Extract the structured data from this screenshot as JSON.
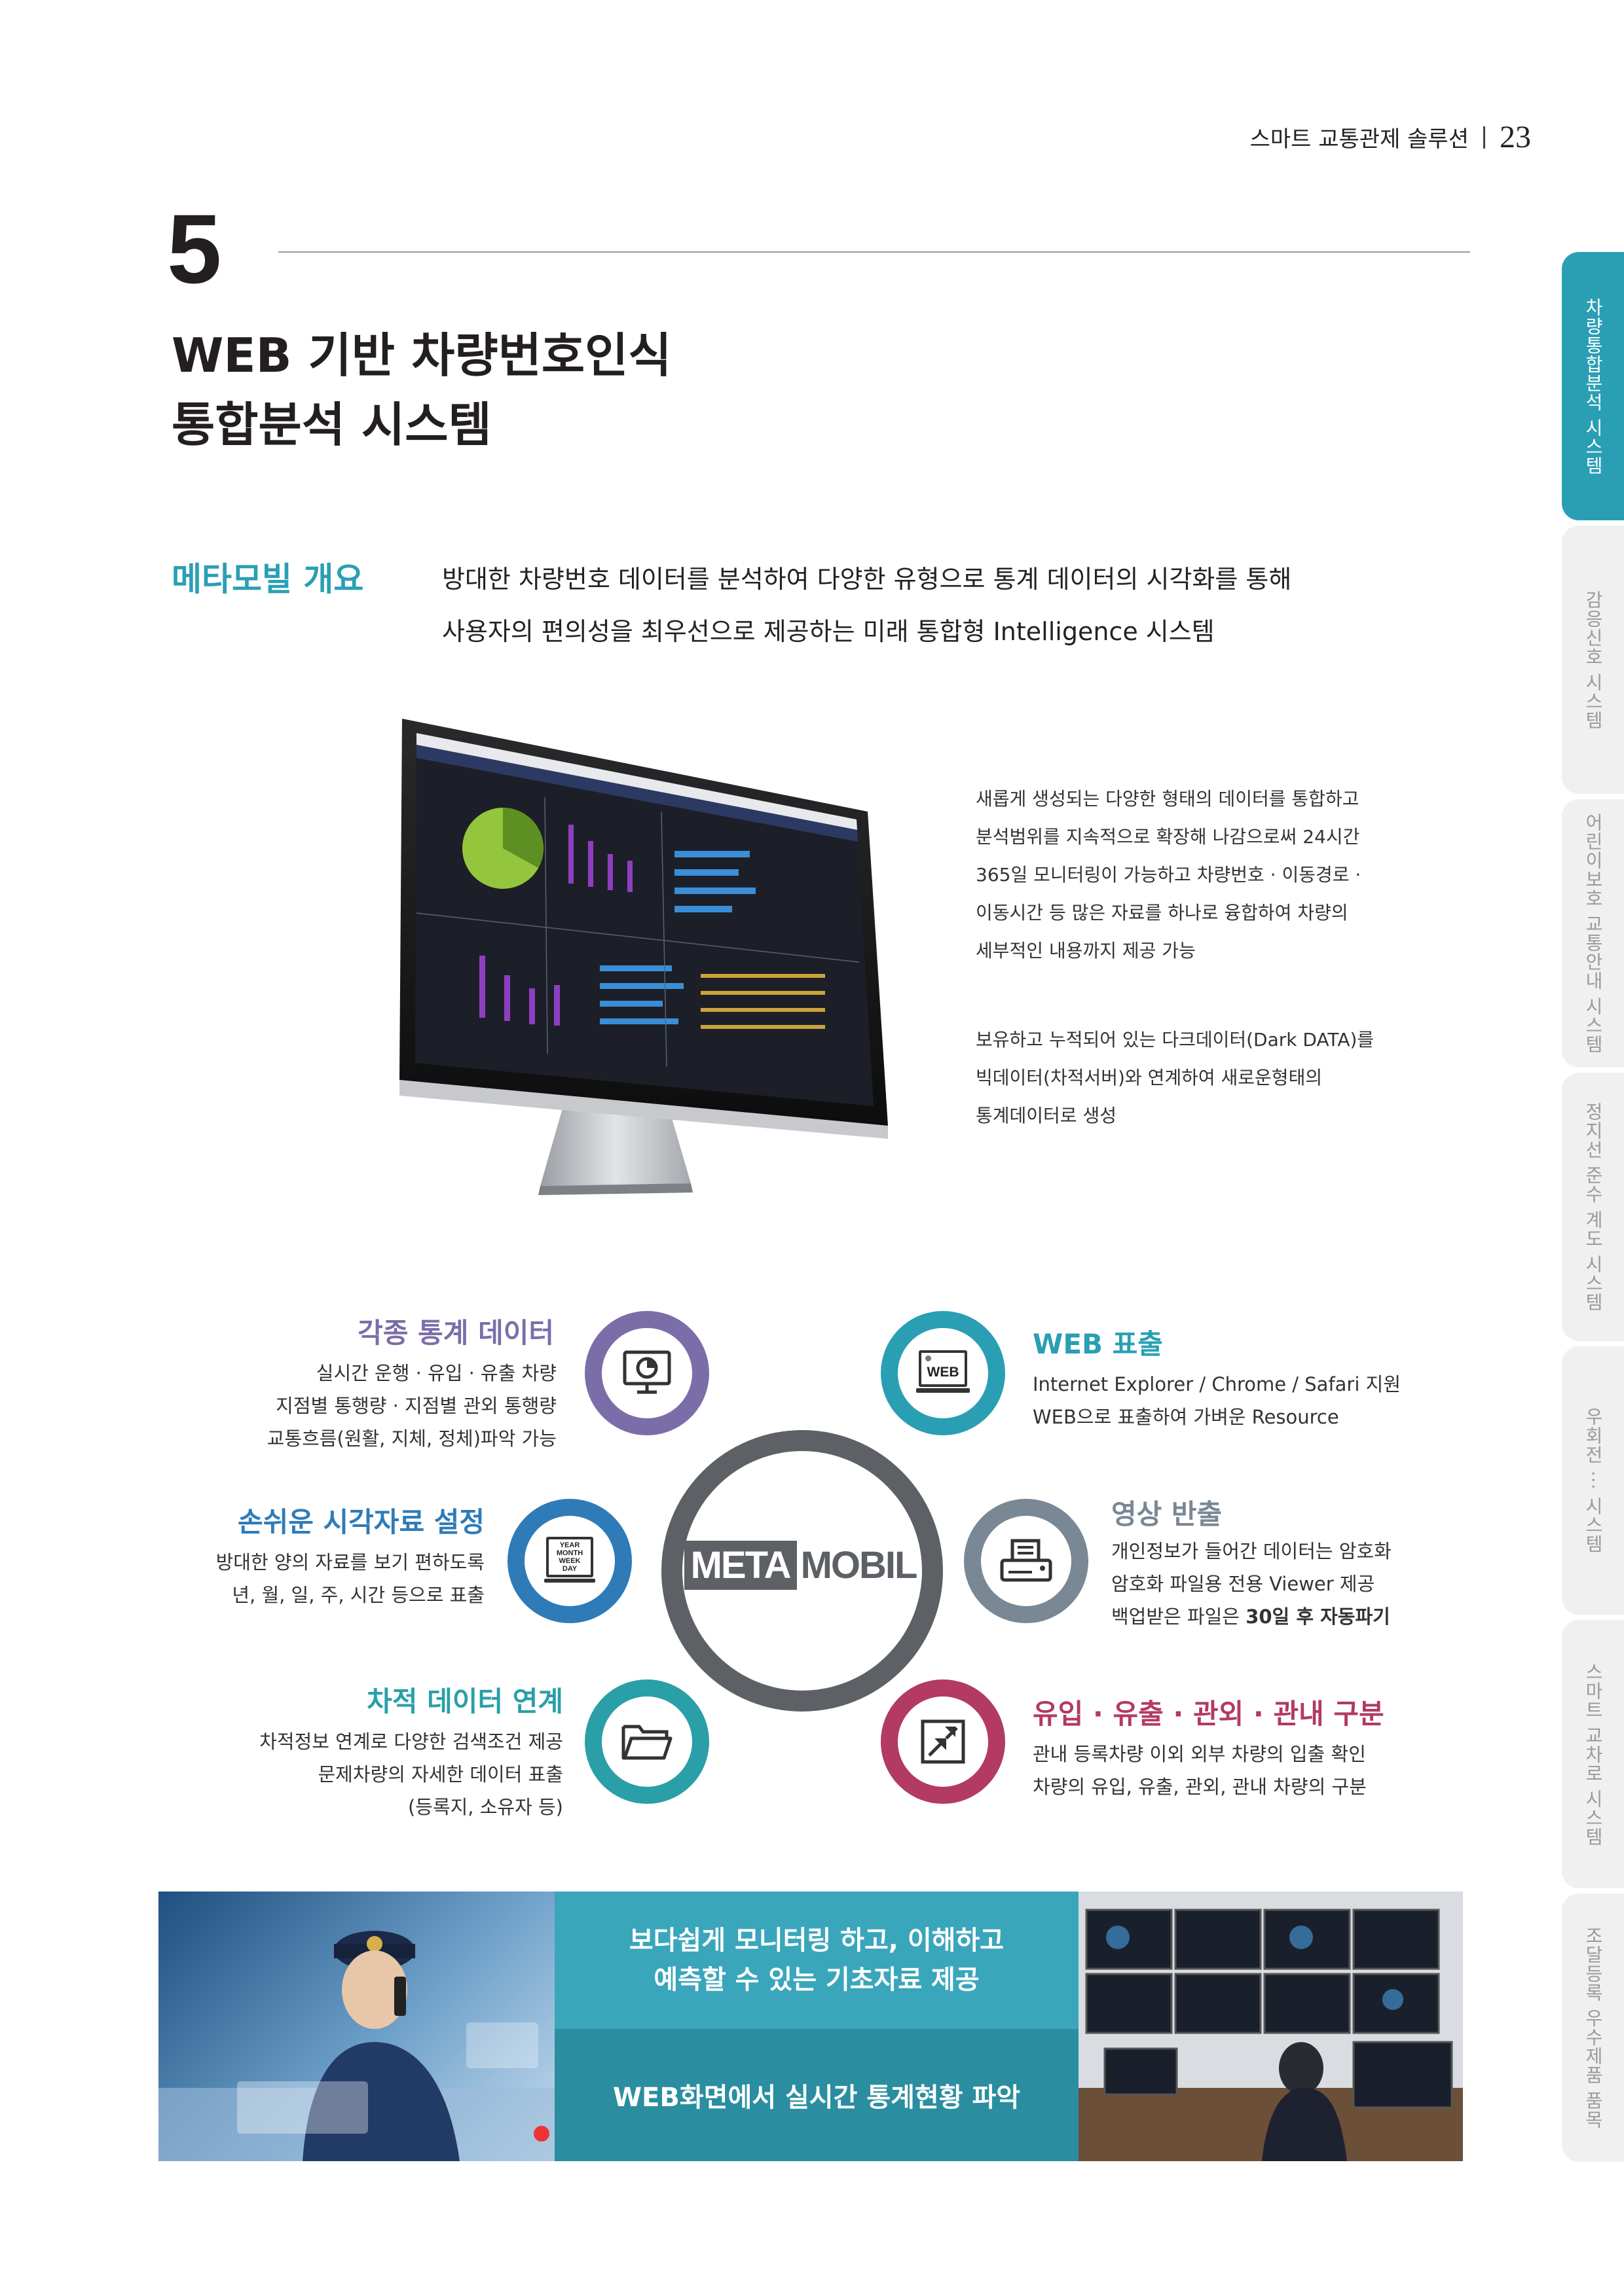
{
  "header": {
    "title": "스마트 교통관제 솔루션",
    "page_number": "23"
  },
  "chapter": {
    "number": "5",
    "title_line1": "WEB 기반 차량번호인식",
    "title_line2": "통합분석 시스템"
  },
  "overview": {
    "title": "메타모빌 개요",
    "desc_line1": "방대한 차량번호 데이터를 분석하여 다양한 유형으로 통계 데이터의 시각화를 통해",
    "desc_line2": "사용자의 편의성을 최우선으로 제공하는 미래 통합형 Intelligence 시스템"
  },
  "description": {
    "para1": [
      "새롭게 생성되는 다양한 형태의 데이터를 통합하고",
      "분석범위를 지속적으로 확장해 나감으로써 24시간",
      "365일 모니터링이 가능하고 차량번호 · 이동경로 ·",
      "이동시간 등 많은 자료를 하나로 융합하여 차량의",
      "세부적인 내용까지 제공 가능"
    ],
    "para2": [
      "보유하고 누적되어 있는 다크데이터(Dark DATA)를",
      "빅데이터(차적서버)와 연계하여 새로운형태의",
      "통계데이터로 생성"
    ]
  },
  "logo": {
    "part1": "META",
    "part2": "MOBIL"
  },
  "features": {
    "stats": {
      "title": "각종 통계 데이터",
      "lines": [
        "실시간 운행 · 유입 · 유출 차량",
        "지점별 통행량 · 지점별 관외 통행량",
        "교통흐름(원활, 지체, 정체)파악 가능"
      ],
      "color": "#7b6ea8"
    },
    "visual": {
      "title": "손쉬운 시각자료 설정",
      "lines": [
        "방대한 양의 자료를 보기 편하도록",
        "년, 월, 일, 주, 시간 등으로 표출"
      ],
      "icon_words": [
        "YEAR",
        "MONTH",
        "WEEK",
        "DAY"
      ],
      "color": "#2f7bb8"
    },
    "vehicle": {
      "title": "차적 데이터 연계",
      "lines": [
        "차적정보 연계로 다양한 검색조건 제공",
        "문제차량의 자세한 데이터 표출",
        "(등록지, 소유자 등)"
      ],
      "color": "#2a9fa8"
    },
    "web": {
      "title": "WEB 표출",
      "lines": [
        "Internet Explorer / Chrome / Safari 지원",
        "WEB으로 표출하여 가벼운 Resource"
      ],
      "icon_word": "WEB",
      "color": "#2a9fb4"
    },
    "video": {
      "title": "영상 반출",
      "lines": [
        "개인정보가 들어간 데이터는 암호화",
        "암호화 파일용 전용 Viewer 제공"
      ],
      "line3_pre": "백업받은 파일은 ",
      "line3_bold": "30일 후 자동파기",
      "color": "#7a8794"
    },
    "inout": {
      "title": "유입 · 유출 · 관외 · 관내 구분",
      "lines": [
        "관내 등록차량 이외 외부 차량의 입출 확인",
        "차량의 유입, 유출, 관외, 관내 차량의 구분"
      ],
      "color": "#b23a63"
    }
  },
  "banner": {
    "top_line1": "보다쉽게 모니터링 하고, 이해하고",
    "top_line2": "예측할 수 있는 기초자료 제공",
    "bottom": "WEB화면에서 실시간 통계현황 파악"
  },
  "side_tabs": [
    "차량통합분석 시스템",
    "감응신호 시스템",
    "어린이보호 교통안내 시스템",
    "정지선 준수 계도 시스템",
    "우회전 ··· 시스템",
    "스마트 교차로 시스템",
    "조달등록 우수제품 품목"
  ],
  "colors": {
    "accent": "#2a9fb4",
    "dark": "#5d6064"
  }
}
